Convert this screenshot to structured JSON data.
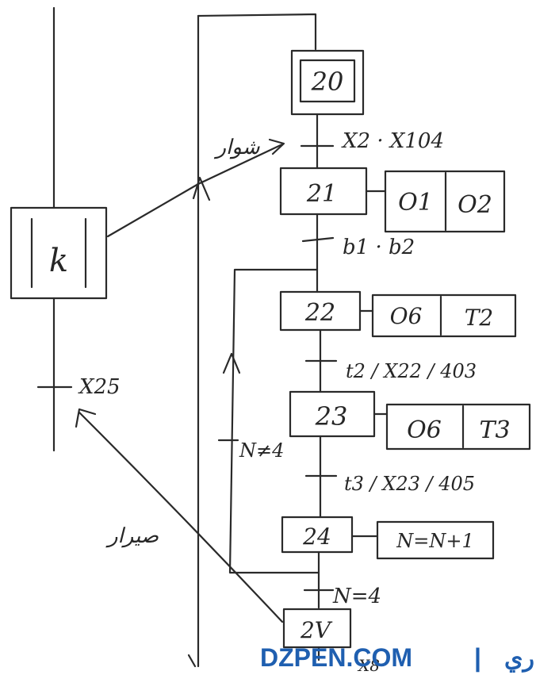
{
  "steps": {
    "s20": "20",
    "s21": "21",
    "s22": "22",
    "s23": "23",
    "s24": "24",
    "s25": "2V",
    "main_k": "k"
  },
  "actions": {
    "a21_1": "O1",
    "a21_2": "O2",
    "a22_1": "O6",
    "a22_2": "T2",
    "a23_1": "O6",
    "a23_2": "T3",
    "a24": "N=N+1"
  },
  "transitions": {
    "t20_21": "X2 · X104",
    "t21_22": "b1 · b2",
    "t22_23": "t2 / X22 / 403",
    "t23_24": "t3 / X23 / 405",
    "t24_25": "N=4",
    "loop": "N≠4",
    "main": "X25",
    "bottom": "X8"
  },
  "notes": {
    "top": "شوار",
    "bottom": "صيرار"
  },
  "watermark": {
    "site": "DZPEN.COM",
    "separator": "|",
    "arabic": "ري",
    "color": "#1f5fb0"
  }
}
